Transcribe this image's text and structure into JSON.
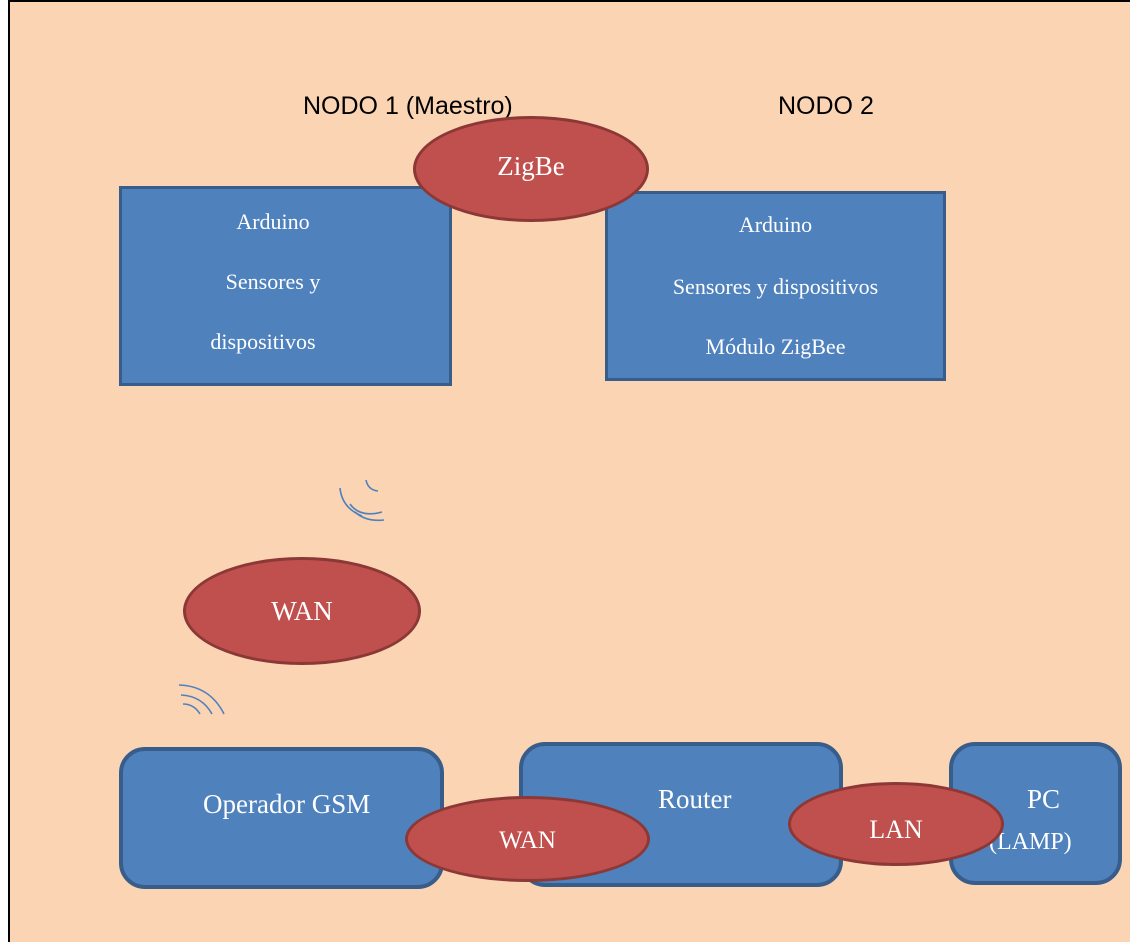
{
  "headings": {
    "node1": "NODO 1  (Maestro)",
    "node2": "NODO 2"
  },
  "node1_box": {
    "line1": "Arduino",
    "line2": "Sensores y",
    "line3": "dispositivos"
  },
  "node2_box": {
    "line1": "Arduino",
    "line2": "Sensores y dispositivos",
    "line3": "Módulo ZigBee"
  },
  "links": {
    "zigbee": "ZigBe",
    "wan_wireless": "WAN",
    "wan_wired": "WAN",
    "lan": "LAN"
  },
  "bottom_boxes": {
    "gsm": "Operador GSM",
    "router": "Router",
    "pc_line1": "PC",
    "pc_line2": "(LAMP)"
  },
  "colors": {
    "background": "#fbd4b4",
    "box_fill": "#4f81bd",
    "box_border": "#385d8a",
    "ellipse_fill": "#c0504d",
    "ellipse_border": "#8c3836",
    "signal": "#4f81bd"
  }
}
